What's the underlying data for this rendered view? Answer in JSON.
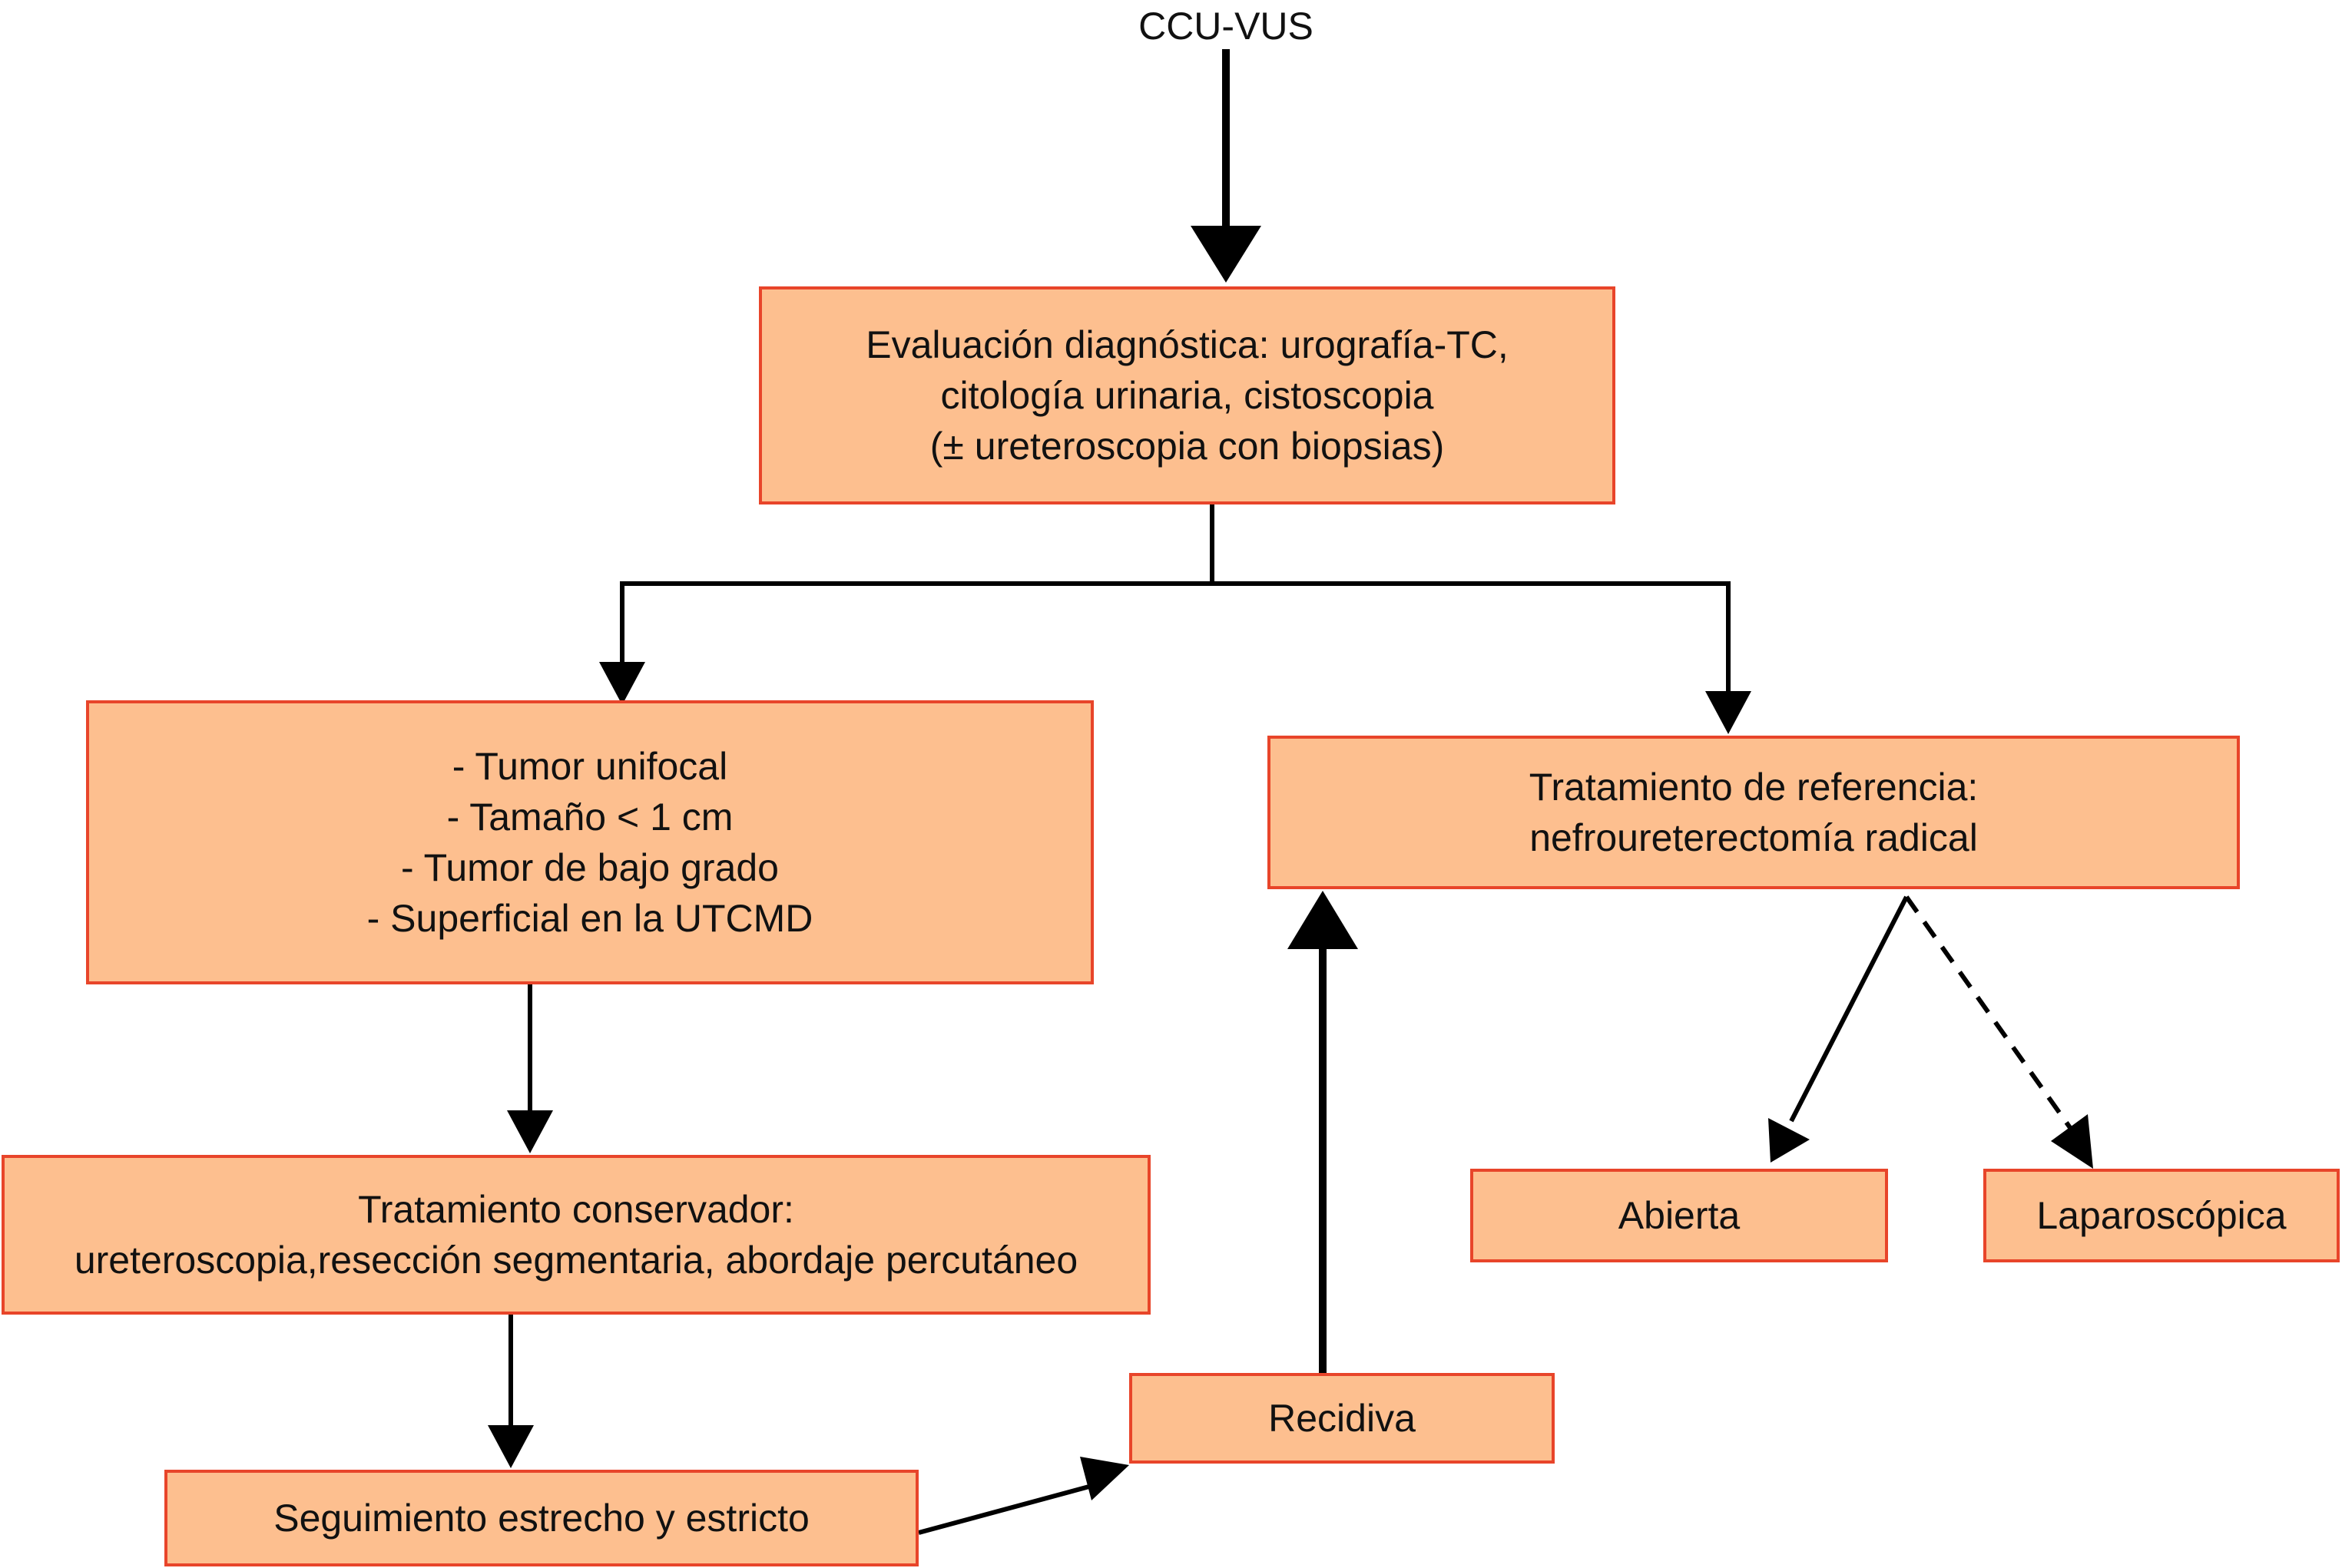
{
  "colors": {
    "box_fill": "#fdbf8f",
    "box_border": "#e8452a",
    "arrow": "#000000",
    "text": "#111111"
  },
  "diagram": {
    "top_label": "CCU-VUS",
    "nodes": {
      "evaluation": {
        "lines": [
          "Evaluación diagnóstica: urografía-TC,",
          "citología urinaria, cistoscopia",
          "(± ureteroscopia con biopsias)"
        ]
      },
      "criteria": {
        "lines": [
          "- Tumor unifocal",
          "- Tamaño < 1 cm",
          "- Tumor de bajo grado",
          "- Superficial en la UTCMD"
        ]
      },
      "reference": {
        "lines": [
          "Tratamiento de referencia:",
          "nefroureterectomía radical"
        ]
      },
      "conservative": {
        "lines": [
          "Tratamiento conservador:",
          "ureteroscopia,resección segmentaria, abordaje percutáneo"
        ]
      },
      "open": {
        "lines": [
          "Abierta"
        ]
      },
      "laparoscopic": {
        "lines": [
          "Laparoscópica"
        ]
      },
      "recurrence": {
        "lines": [
          "Recidiva"
        ]
      },
      "followup": {
        "lines": [
          "Seguimiento estrecho y estricto"
        ]
      }
    },
    "edges": [
      {
        "from": "CCU-VUS",
        "to": "evaluation",
        "style": "thick-solid"
      },
      {
        "from": "evaluation",
        "to": "criteria",
        "style": "solid"
      },
      {
        "from": "evaluation",
        "to": "reference",
        "style": "solid"
      },
      {
        "from": "criteria",
        "to": "conservative",
        "style": "solid"
      },
      {
        "from": "conservative",
        "to": "followup",
        "style": "solid"
      },
      {
        "from": "followup",
        "to": "recurrence",
        "style": "solid"
      },
      {
        "from": "recurrence",
        "to": "reference",
        "style": "thick-solid"
      },
      {
        "from": "reference",
        "to": "open",
        "style": "solid"
      },
      {
        "from": "reference",
        "to": "laparoscopic",
        "style": "dashed"
      }
    ]
  }
}
